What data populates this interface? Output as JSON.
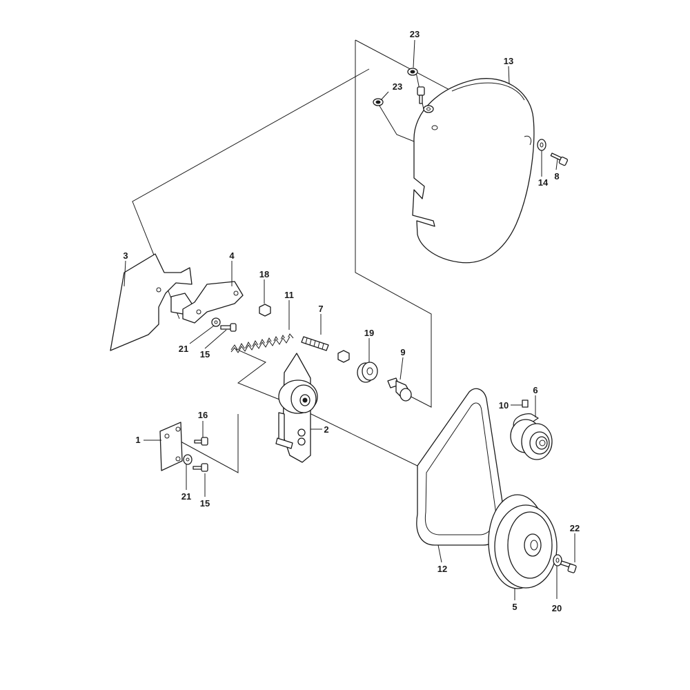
{
  "labels": {
    "p1": "1",
    "p2": "2",
    "p3": "3",
    "p4": "4",
    "p5": "5",
    "p6": "6",
    "p7": "7",
    "p8": "8",
    "p9": "9",
    "p10": "10",
    "p11": "11",
    "p12": "12",
    "p13": "13",
    "p14": "14",
    "p15a": "15",
    "p15b": "15",
    "p16": "16",
    "p18": "18",
    "p19": "19",
    "p20": "20",
    "p21a": "21",
    "p21b": "21",
    "p22": "22",
    "p23a": "23",
    "p23b": "23"
  }
}
